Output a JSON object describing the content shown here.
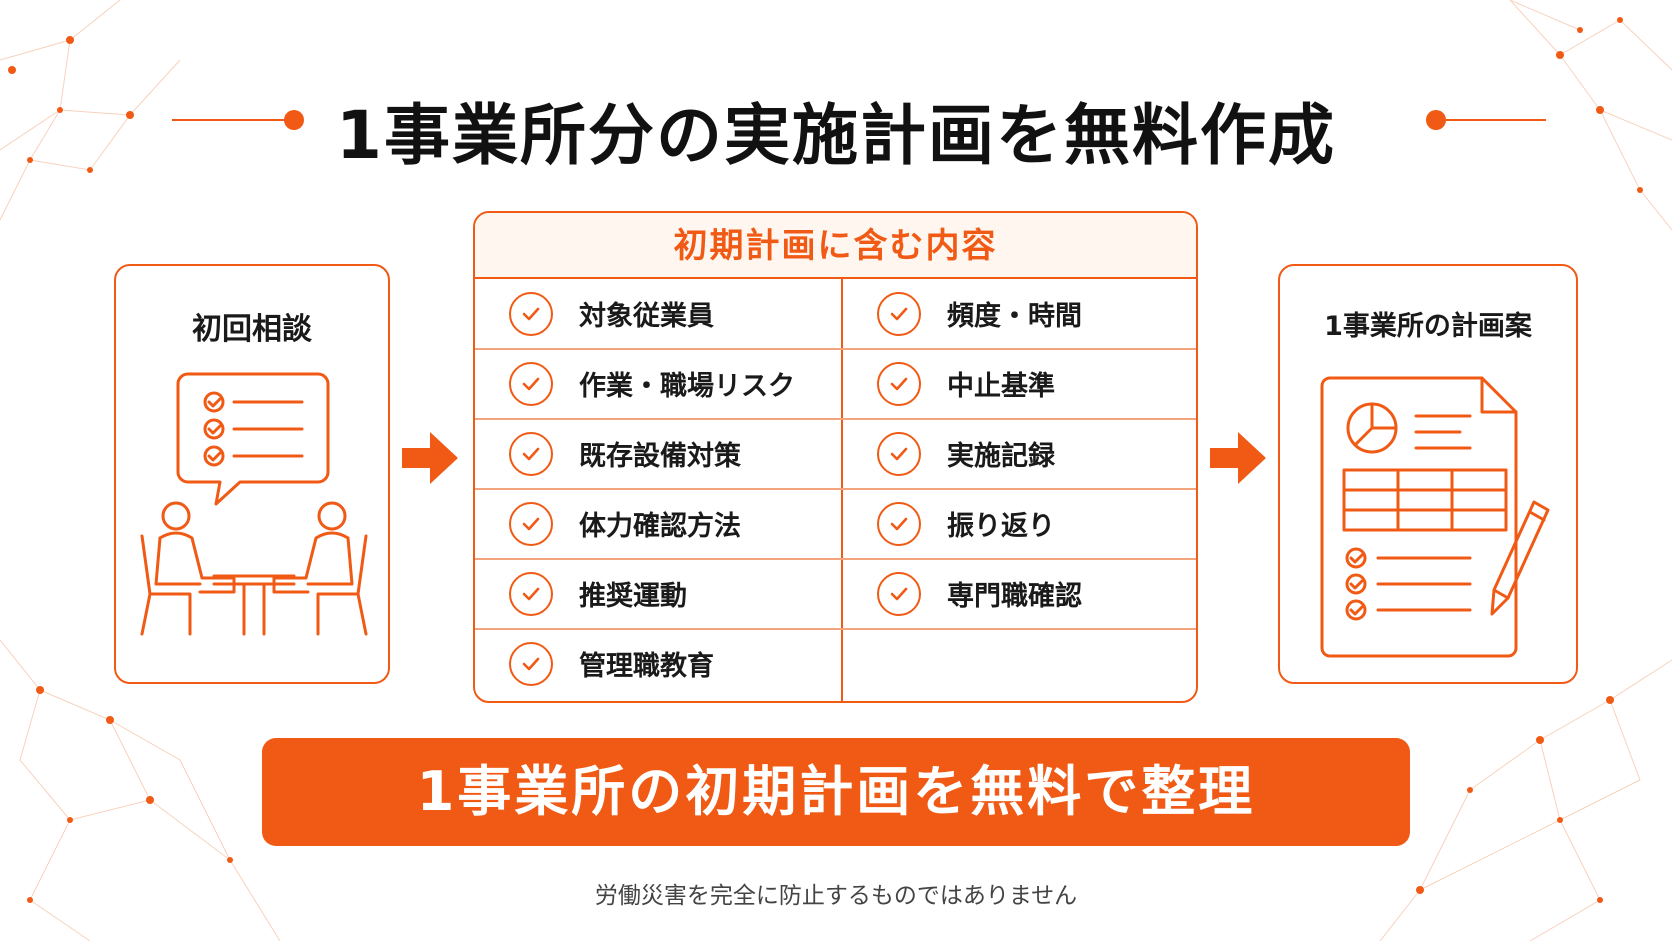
{
  "title": "1事業所分の実施計画を無料作成",
  "left_card": {
    "title": "初回相談"
  },
  "panel": {
    "header": "初期計画に含む内容",
    "left_items": [
      "対象従業員",
      "作業・職場リスク",
      "既存設備対策",
      "体力確認方法",
      "推奨運動",
      "管理職教育"
    ],
    "right_items": [
      "頻度・時間",
      "中止基準",
      "実施記録",
      "振り返り",
      "専門職確認"
    ]
  },
  "right_card": {
    "title": "1事業所の計画案"
  },
  "banner": "1事業所の初期計画を無料で整理",
  "footnote": "労働災害を完全に防止するものではありません",
  "colors": {
    "accent": "#f05a14",
    "accent_light": "#fff6ef",
    "text": "#1a1a1a"
  },
  "icons": [
    "consultation-icon",
    "document-plan-icon",
    "check-circle-icon",
    "arrow-right-icon"
  ]
}
